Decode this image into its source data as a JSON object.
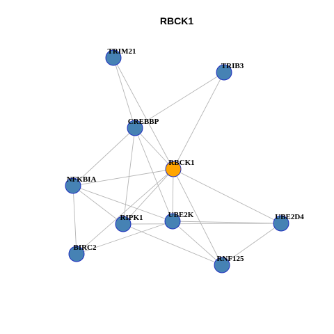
{
  "title": "RBCK1",
  "colors": {
    "focus_node_fill": "#FFA500",
    "node_fill": "#4682B4",
    "node_border": "#1F2FBF",
    "edge": "#B4B4B4",
    "background": "#FFFFFF"
  },
  "nodes": [
    {
      "id": "TRIM21",
      "label": "TRIM21",
      "focus": false
    },
    {
      "id": "TRIB3",
      "label": "TRIB3",
      "focus": false
    },
    {
      "id": "CREBBP",
      "label": "CREBBP",
      "focus": false
    },
    {
      "id": "RBCK1",
      "label": "RBCK1",
      "focus": true
    },
    {
      "id": "NFKBIA",
      "label": "NFKBIA",
      "focus": false
    },
    {
      "id": "RIPK1",
      "label": "RIPK1",
      "focus": false
    },
    {
      "id": "UBE2K",
      "label": "UBE2K",
      "focus": false
    },
    {
      "id": "UBE2D4",
      "label": "UBE2D4",
      "focus": false
    },
    {
      "id": "BIRC2",
      "label": "BIRC2",
      "focus": false
    },
    {
      "id": "RNF125",
      "label": "RNF125",
      "focus": false
    }
  ],
  "edges": [
    [
      "TRIM21",
      "CREBBP"
    ],
    [
      "TRIM21",
      "RBCK1"
    ],
    [
      "TRIB3",
      "CREBBP"
    ],
    [
      "TRIB3",
      "RBCK1"
    ],
    [
      "CREBBP",
      "NFKBIA"
    ],
    [
      "CREBBP",
      "RBCK1"
    ],
    [
      "CREBBP",
      "RIPK1"
    ],
    [
      "CREBBP",
      "UBE2K"
    ],
    [
      "RBCK1",
      "NFKBIA"
    ],
    [
      "RBCK1",
      "RIPK1"
    ],
    [
      "RBCK1",
      "UBE2K"
    ],
    [
      "RBCK1",
      "UBE2D4"
    ],
    [
      "RBCK1",
      "RNF125"
    ],
    [
      "RBCK1",
      "BIRC2"
    ],
    [
      "NFKBIA",
      "RIPK1"
    ],
    [
      "NFKBIA",
      "UBE2K"
    ],
    [
      "NFKBIA",
      "BIRC2"
    ],
    [
      "RIPK1",
      "RNF125"
    ],
    [
      "RIPK1",
      "UBE2D4"
    ],
    [
      "UBE2K",
      "UBE2D4"
    ],
    [
      "UBE2K",
      "RNF125"
    ],
    [
      "UBE2K",
      "BIRC2"
    ],
    [
      "UBE2D4",
      "RNF125"
    ]
  ]
}
